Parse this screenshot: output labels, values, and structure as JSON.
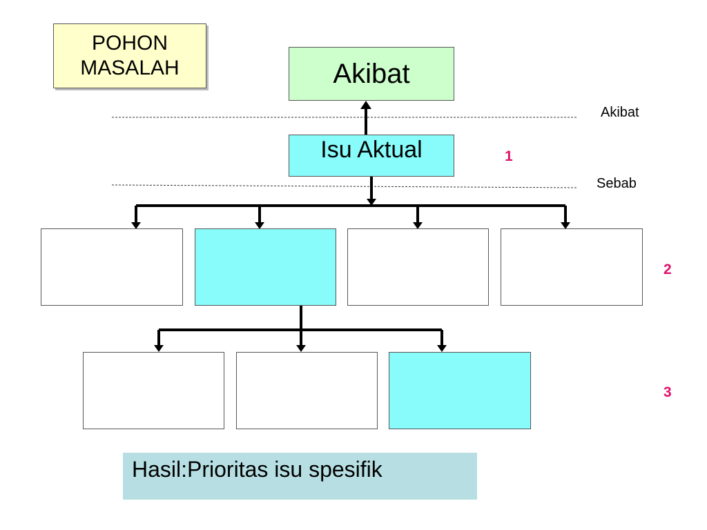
{
  "title": {
    "line1": "POHON",
    "line2": "MASALAH"
  },
  "top_box": {
    "label": "Akibat"
  },
  "middle_box": {
    "label": "Isu Aktual"
  },
  "divider_labels": {
    "upper": "Akibat",
    "lower": "Sebab"
  },
  "level_numbers": [
    "1",
    "2",
    "3"
  ],
  "level2_boxes": [
    {
      "highlighted": false
    },
    {
      "highlighted": true
    },
    {
      "highlighted": false
    },
    {
      "highlighted": false
    }
  ],
  "level3_boxes": [
    {
      "highlighted": false
    },
    {
      "highlighted": false
    },
    {
      "highlighted": true
    }
  ],
  "result": {
    "text": "Hasil:Prioritas isu spesifik"
  },
  "colors": {
    "title_bg": "#ffffcc",
    "effect_bg": "#ccffcc",
    "highlight_bg": "#88fbfb",
    "result_bg": "#b7dfe3",
    "number_color": "#e0106a"
  }
}
